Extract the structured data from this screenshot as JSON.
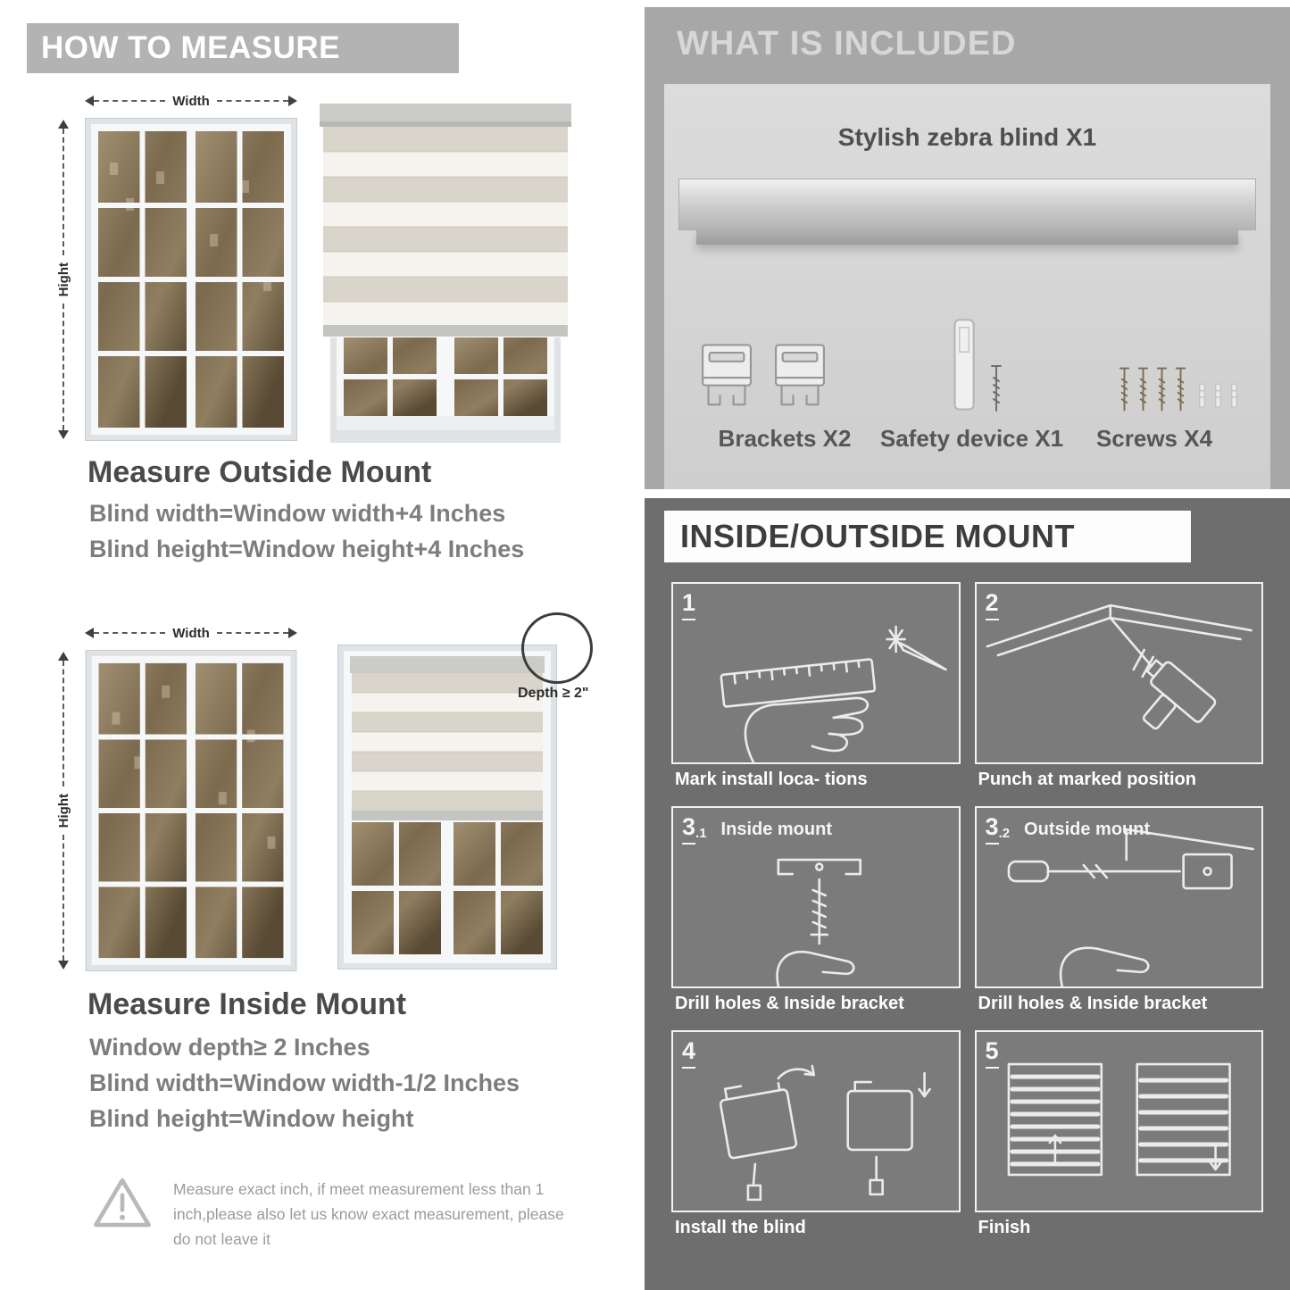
{
  "left": {
    "header": "HOW TO MEASURE",
    "outside": {
      "width_label": "Width",
      "height_label": "Hight",
      "title": "Measure Outside Mount",
      "line1": "Blind width=Window width+4 Inches",
      "line2": "Blind height=Window height+4 Inches"
    },
    "inside": {
      "width_label": "Width",
      "height_label": "Hight",
      "depth_label": "Depth ≥ 2\"",
      "title": "Measure Inside Mount",
      "line1": "Window depth≥ 2 Inches",
      "line2": "Blind width=Window width-1/2 Inches",
      "line3": "Blind height=Window height"
    },
    "warning": "Measure exact inch, if meet measurement less than 1 inch,please also let us know exact measurement, please do not leave it"
  },
  "right": {
    "included": {
      "header": "WHAT IS INCLUDED",
      "blind_label": "Stylish zebra blind X1",
      "item_labels": [
        "Brackets X2",
        "Safety device X1",
        "Screws X4"
      ]
    },
    "mount": {
      "header": "INSIDE/OUTSIDE MOUNT",
      "steps": [
        {
          "num": "1",
          "sub": "",
          "title": "",
          "caption": "Mark install loca- tions"
        },
        {
          "num": "2",
          "sub": "",
          "title": "",
          "caption": "Punch at  marked position"
        },
        {
          "num": "3",
          "sub": ".1",
          "title": "Inside mount",
          "caption": "Drill holes &  Inside bracket"
        },
        {
          "num": "3",
          "sub": ".2",
          "title": "Outside mount",
          "caption": "Drill holes &  Inside bracket"
        },
        {
          "num": "4",
          "sub": "",
          "title": "",
          "caption": "Install the blind"
        },
        {
          "num": "5",
          "sub": "",
          "title": "",
          "caption": "Finish"
        }
      ]
    }
  },
  "colors": {
    "banner_gray": "#b3b3b3",
    "included_bg": "#a7a7a7",
    "included_panel": "#d6d6d6",
    "mount_bg": "#6e6e6e",
    "heading_dark": "#4a4a4a",
    "formula_gray": "#7d7d7d"
  }
}
